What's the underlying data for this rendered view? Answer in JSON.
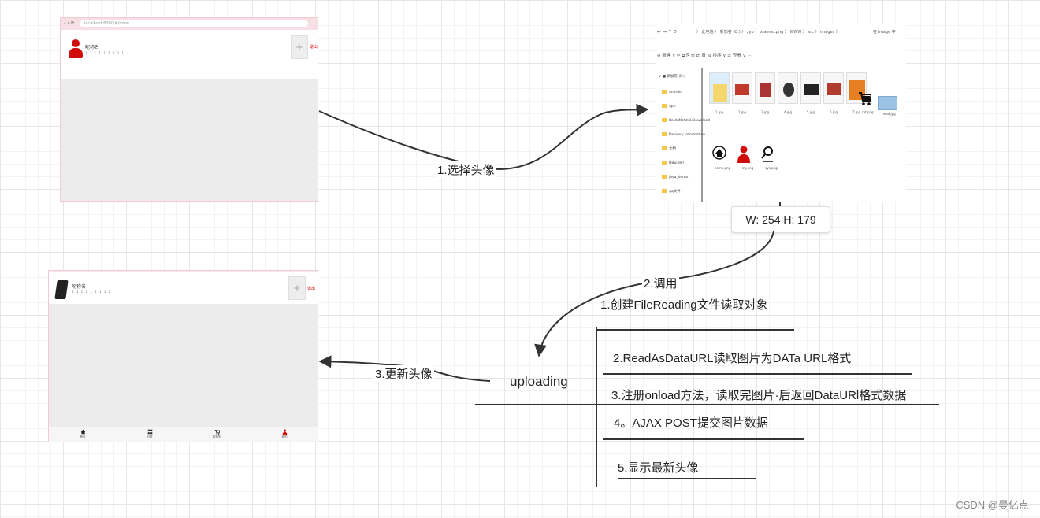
{
  "phone1": {
    "url": "localhost:8080/#/mine",
    "nickname": "昵称名",
    "account": "1 1 1 1 1 1 1 1 1",
    "plus": "+",
    "logout": "退出"
  },
  "dialog": {
    "addr_left": "←  →  ↑  ⟳",
    "breadcrumb": "〉 此电脑 〉 新加卷 (D:) 〉 zyp 〉 xiaomo.png 〉 WWW 〉 src 〉 images 〉",
    "search": "在 image 中",
    "toolbar": "⊕ 新建 ∨     ✂   ⧉   ⎘   ⎙   ⇄   🗑     ⇅ 排序 ∨    ☰ 查看 ∨    ···",
    "tree_root": "∨ ■ 新加卷 (D:)",
    "tree_items": [
      "android",
      "app",
      "BaiduNetdiskDownload",
      "Delivery Information",
      "文档",
      "HBuilder",
      "java_demo",
      "qq文件"
    ],
    "files": [
      "1.jpg",
      "2.jpg",
      "3.jpg",
      "4.jpg",
      "5.jpg",
      "6.jpg",
      "7.jpg",
      "cat.png",
      "head.jpg",
      "home.png",
      "my.png",
      "sys.png"
    ]
  },
  "size_tip": "W: 254  H: 179",
  "phone2": {
    "nickname": "昵称名",
    "account": "1 1 1 1 1 1 1 1 1",
    "plus": "+",
    "logout": "退出",
    "tabs": [
      "首页",
      "分类",
      "购物车",
      "我的"
    ]
  },
  "flow": {
    "step1": "1.选择头像",
    "step2": "2.调用",
    "step3": "3.更新头像",
    "process_name": "uploading"
  },
  "process": [
    "1.创建FileReading文件读取对象",
    "2.ReadAsDataURL读取图片为DATa URL格式",
    "3.注册onload方法，读取完图片·后返回DataURl格式数据",
    "4。AJAX POST提交图片数据",
    "5.显示最新头像"
  ],
  "watermark": "CSDN @曼亿点"
}
